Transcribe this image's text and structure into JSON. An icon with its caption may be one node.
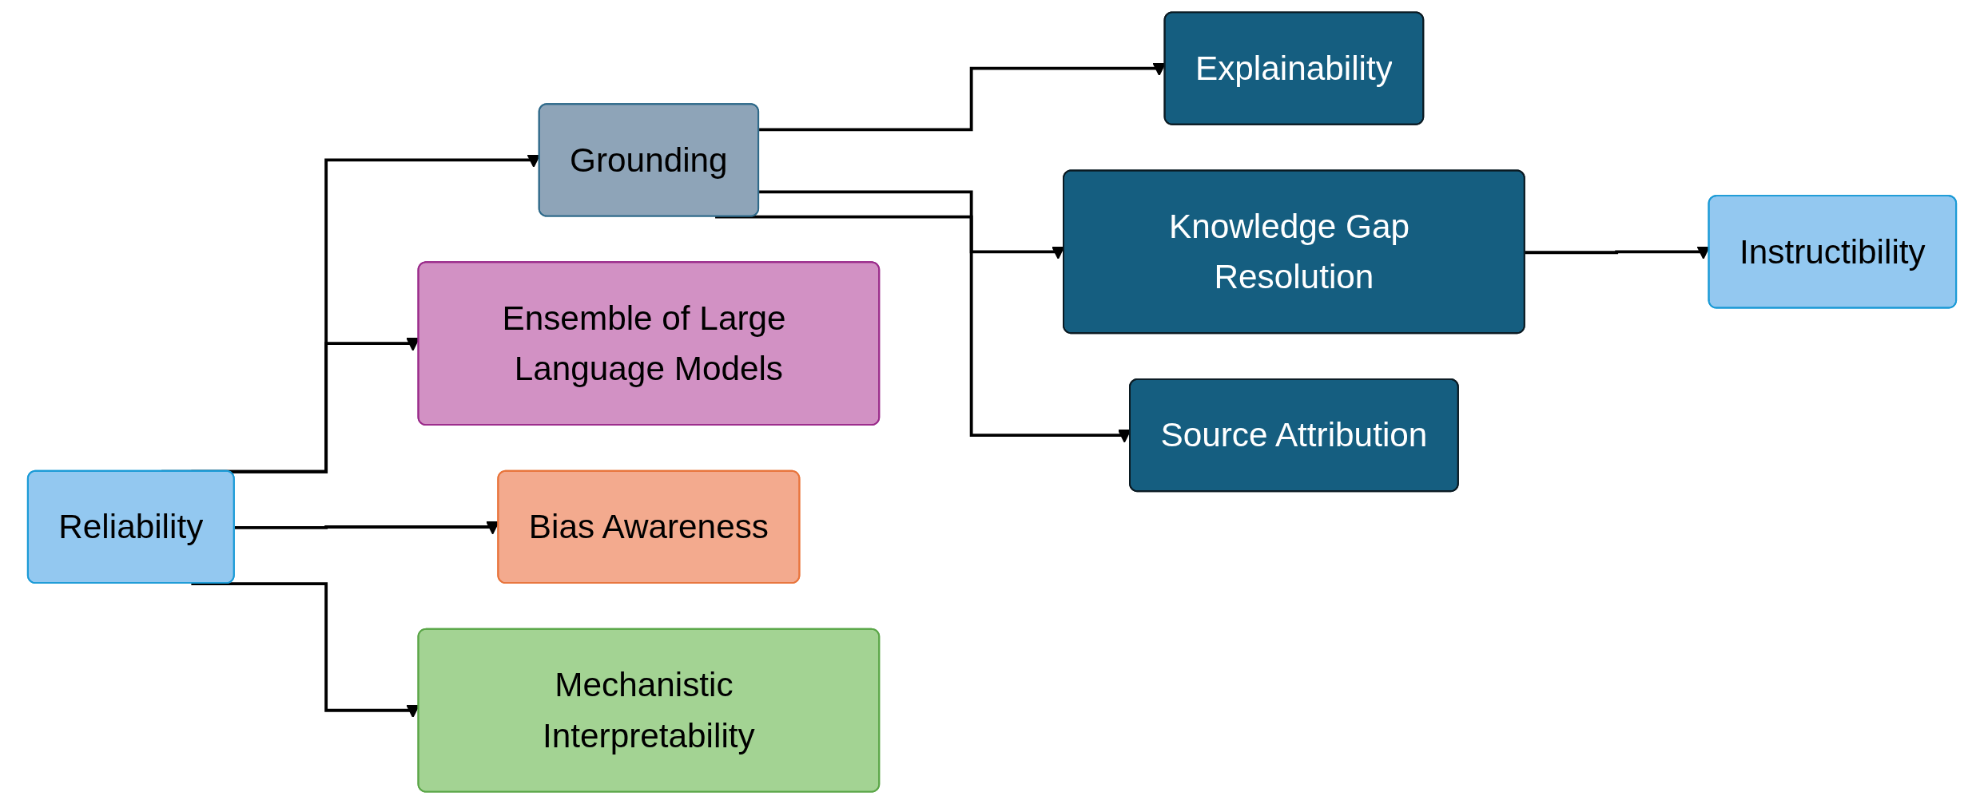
{
  "diagram": {
    "nodes": [
      {
        "text": [
          "Reliability"
        ]
      },
      {
        "text": [
          "Grounding"
        ]
      },
      {
        "text": [
          "Ensemble of Large Language Models"
        ]
      },
      {
        "text": [
          "Bias Awareness"
        ]
      },
      {
        "text": [
          "Mechanistic Interpretability"
        ]
      },
      {
        "text": [
          "Explainability"
        ]
      },
      {
        "text": [
          "Knowledge Gap Resolution"
        ]
      },
      {
        "text": [
          "Source Attribution"
        ]
      },
      {
        "text": [
          "Instructibility"
        ]
      }
    ],
    "edges": [
      {
        "from": 0,
        "to": 1,
        "arrow": "to"
      },
      {
        "from": 0,
        "to": 2,
        "arrow": "to"
      },
      {
        "from": 0,
        "to": 3,
        "arrow": "to"
      },
      {
        "from": 0,
        "to": 4,
        "arrow": "to"
      },
      {
        "from": 1,
        "to": 5,
        "arrow": "to"
      },
      {
        "from": 1,
        "to": 6,
        "arrow": "to"
      },
      {
        "from": 1,
        "to": 7,
        "arrow": "to"
      },
      {
        "from": 6,
        "to": 8,
        "arrow": "to"
      }
    ]
  }
}
